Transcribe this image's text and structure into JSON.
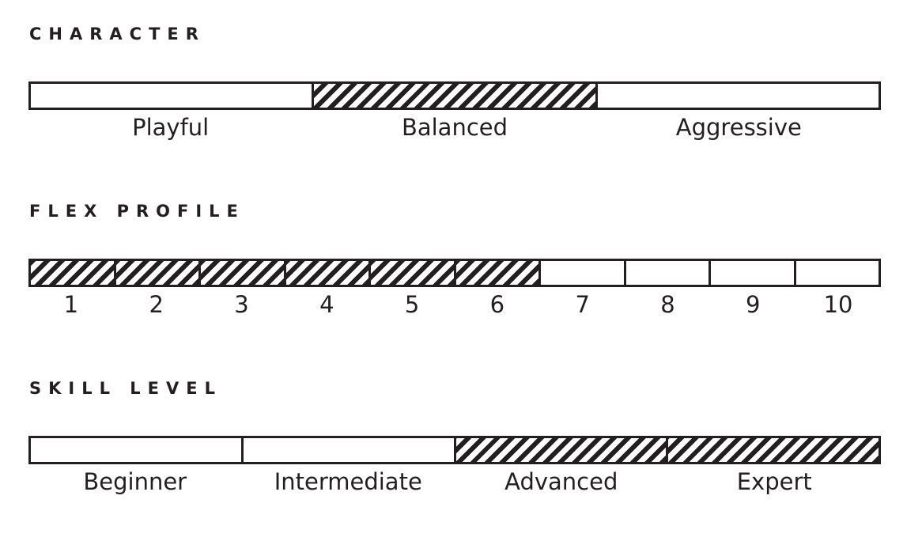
{
  "character": {
    "title": "CHARACTER",
    "segments": [
      {
        "label": "Playful",
        "filled": false
      },
      {
        "label": "Balanced",
        "filled": true
      },
      {
        "label": "Aggressive",
        "filled": false
      }
    ]
  },
  "flex_profile": {
    "title": "FLEX PROFILE",
    "segments": [
      {
        "label": "1",
        "filled": true
      },
      {
        "label": "2",
        "filled": true
      },
      {
        "label": "3",
        "filled": true
      },
      {
        "label": "4",
        "filled": true
      },
      {
        "label": "5",
        "filled": true
      },
      {
        "label": "6",
        "filled": true
      },
      {
        "label": "7",
        "filled": false
      },
      {
        "label": "8",
        "filled": false
      },
      {
        "label": "9",
        "filled": false
      },
      {
        "label": "10",
        "filled": false
      }
    ]
  },
  "skill_level": {
    "title": "SKILL LEVEL",
    "segments": [
      {
        "label": "Beginner",
        "filled": false
      },
      {
        "label": "Intermediate",
        "filled": false
      },
      {
        "label": "Advanced",
        "filled": true
      },
      {
        "label": "Expert",
        "filled": true
      }
    ]
  },
  "colors": {
    "ink": "#231f20",
    "background": "#ffffff"
  }
}
